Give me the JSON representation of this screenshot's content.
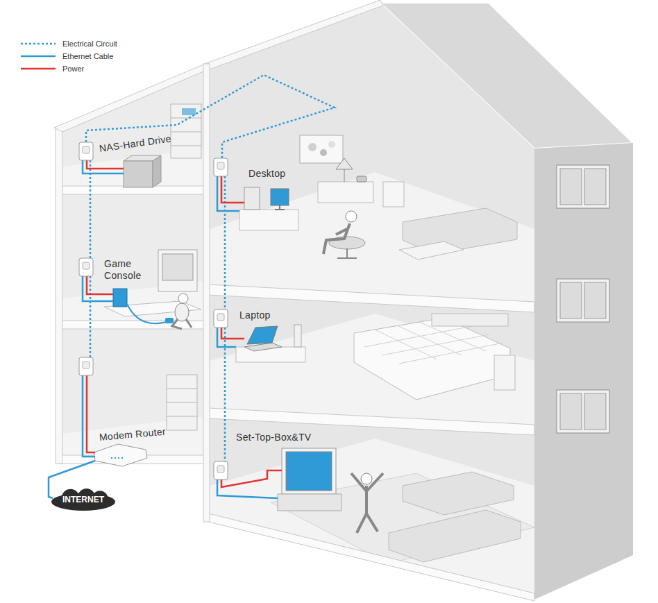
{
  "diagram": {
    "nodes": [
      {
        "text": [
          "INTERNET"
        ]
      }
    ],
    "labels": [
      "NAS-Hard Drive",
      "Desktop",
      "Game Console",
      "Laptop",
      "Modem Router",
      "Set-Top-Box&TV"
    ],
    "legend": [
      {
        "text": "Electrical Circuit"
      },
      {
        "text": "Ethernet Cable"
      },
      {
        "text": "Power"
      }
    ]
  }
}
